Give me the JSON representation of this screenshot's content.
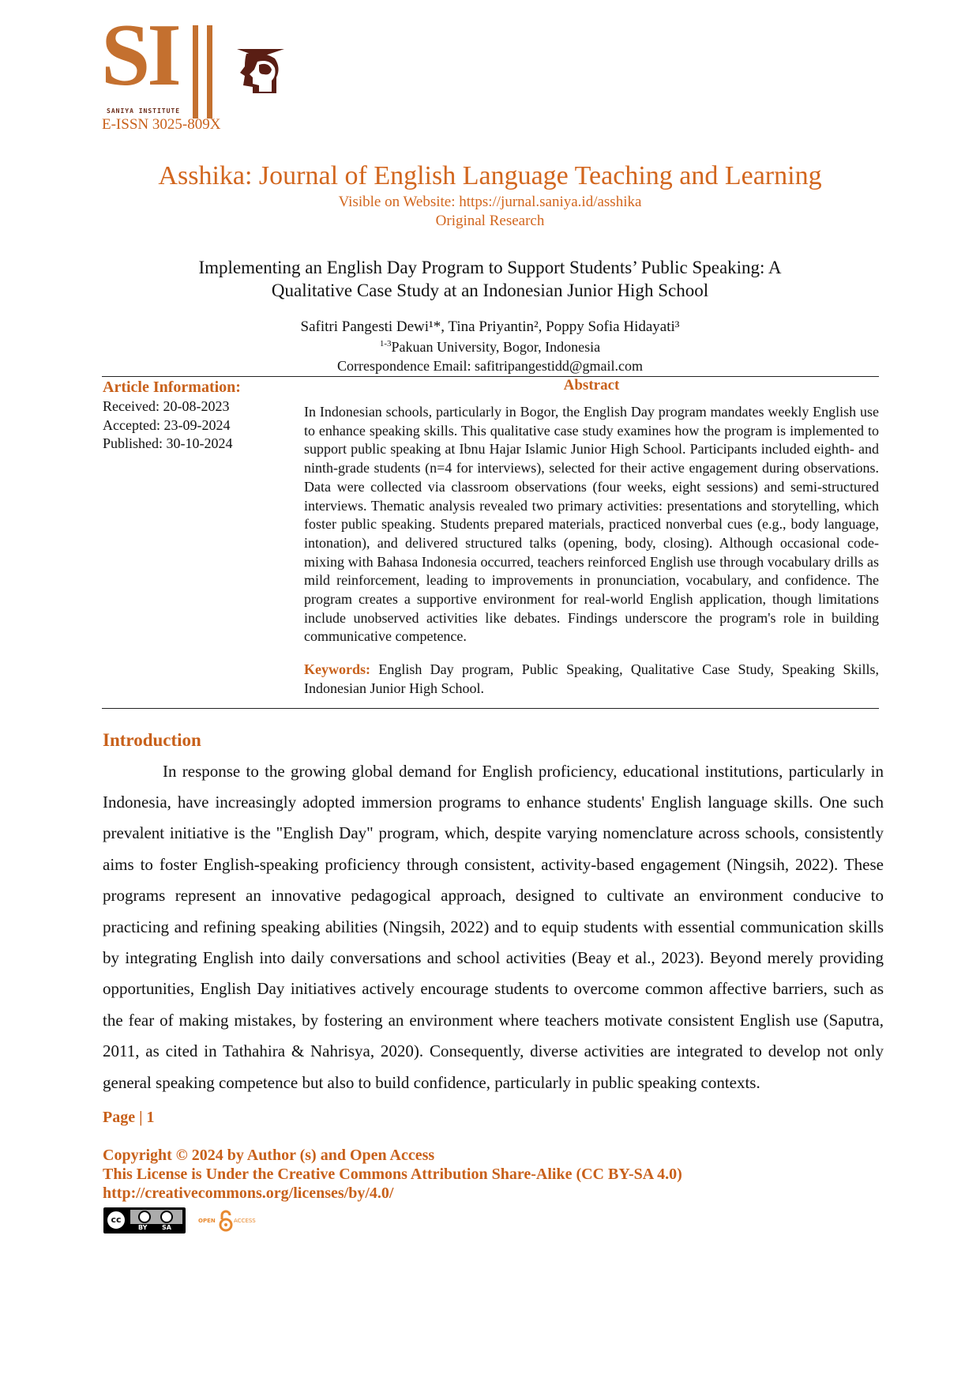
{
  "logo": {
    "letters": "SI",
    "institute": "SANIYA INSTITUTE",
    "issn": "E-ISSN 3025-809X"
  },
  "journal": {
    "title": "Asshika: Journal of English Language Teaching and Learning",
    "website_label": "Visible on Website: ",
    "website_url": "https://jurnal.saniya.id/asshika",
    "article_type": "Original Research"
  },
  "paper": {
    "title_line1": "Implementing an English Day Program to Support Students’ Public Speaking: A",
    "title_line2": "Qualitative Case Study at an Indonesian Junior High School",
    "authors": "Safitri Pangesti Dewi¹*, Tina Priyantin², Poppy Sofia Hidayati³",
    "affiliation_sup": "1-3",
    "affiliation": "Pakuan University, Bogor, Indonesia",
    "correspondence": "Correspondence Email: safitripangestidd@gmail.com"
  },
  "article_info": {
    "heading": "Article Information:",
    "received": "Received: 20-08-2023",
    "accepted": "Accepted: 23-09-2024",
    "published": "Published: 30-10-2024"
  },
  "abstract": {
    "heading": "Abstract",
    "text": "In Indonesian schools, particularly in Bogor, the English Day program mandates weekly English use to enhance speaking skills. This qualitative case study examines how the program is implemented to support public speaking at Ibnu Hajar Islamic Junior High School. Participants included eighth- and ninth-grade students (n=4 for interviews), selected for their active engagement during observations. Data were collected via classroom observations (four weeks, eight sessions) and semi-structured interviews. Thematic analysis revealed two primary activities: presentations and storytelling, which foster public speaking. Students prepared materials, practiced nonverbal cues (e.g., body language, intonation), and delivered structured talks (opening, body, closing). Although occasional code-mixing with Bahasa Indonesia occurred, teachers reinforced English use through vocabulary drills as mild reinforcement, leading to improvements in pronunciation, vocabulary, and confidence. The program creates a supportive environment for real-world English application, though limitations include unobserved activities like debates. Findings underscore the program's role in building communicative competence.",
    "keywords_label": "Keywords:",
    "keywords": " English Day program, Public Speaking, Qualitative Case Study, Speaking Skills, Indonesian Junior High School."
  },
  "introduction": {
    "heading": "Introduction",
    "text": "In response to the growing global demand for English proficiency, educational institutions, particularly in Indonesia, have increasingly adopted immersion programs to enhance students' English language skills. One such prevalent initiative is the \"English Day\" program, which, despite varying nomenclature across schools, consistently aims to foster English-speaking proficiency through consistent, activity-based engagement (Ningsih, 2022). These programs represent an innovative pedagogical approach, designed to cultivate an environment conducive to practicing and refining speaking abilities (Ningsih, 2022) and to equip students with essential communication skills by integrating English into daily conversations and school activities (Beay et al., 2023). Beyond merely providing opportunities, English Day initiatives actively encourage students to overcome common affective barriers, such as the fear of making mistakes, by fostering an environment where teachers motivate consistent English use (Saputra, 2011, as cited in Tathahira & Nahrisya, 2020). Consequently, diverse activities are integrated to develop not only general speaking competence but also to build confidence, particularly in public speaking contexts."
  },
  "footer": {
    "page": "Page | 1",
    "copyright": "Copyright © 2024 by Author (s) and Open Access",
    "license": "This License is Under the Creative Commons Attribution Share-Alike (CC BY-SA 4.0)",
    "license_url": "http://creativecommons.org/licenses/by/4.0/",
    "cc_badge": {
      "cc": "cc",
      "by": "BY",
      "sa": "SA"
    },
    "oa_badge": {
      "open": "OPEN",
      "access": "ACCESS"
    }
  },
  "colors": {
    "accent": "#c8601a",
    "logo": "#c4702f",
    "logo_dark": "#6b2d1a"
  }
}
